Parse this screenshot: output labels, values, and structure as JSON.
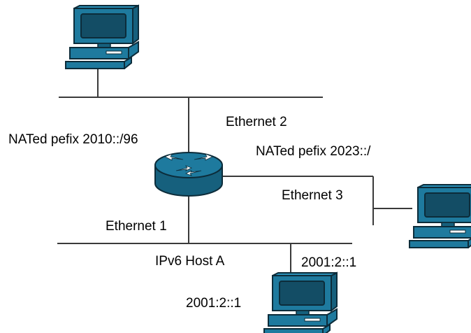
{
  "labels": {
    "ethernet2": "Ethernet 2",
    "nated_prefix_2010": "NATed pefix 2010::/96",
    "nated_prefix_2023": "NATed pefix 2023::/",
    "ethernet3": "Ethernet 3",
    "ethernet1": "Ethernet 1",
    "host_a": "IPv6 Host A",
    "addr_right": "2001:2::1",
    "addr_left": "2001:2::1"
  },
  "colors": {
    "device_fill": "#1e7a9e",
    "device_dark": "#0c2c3a",
    "line": "#3a3a3a"
  },
  "icons": [
    "router-icon",
    "computer-icon"
  ]
}
